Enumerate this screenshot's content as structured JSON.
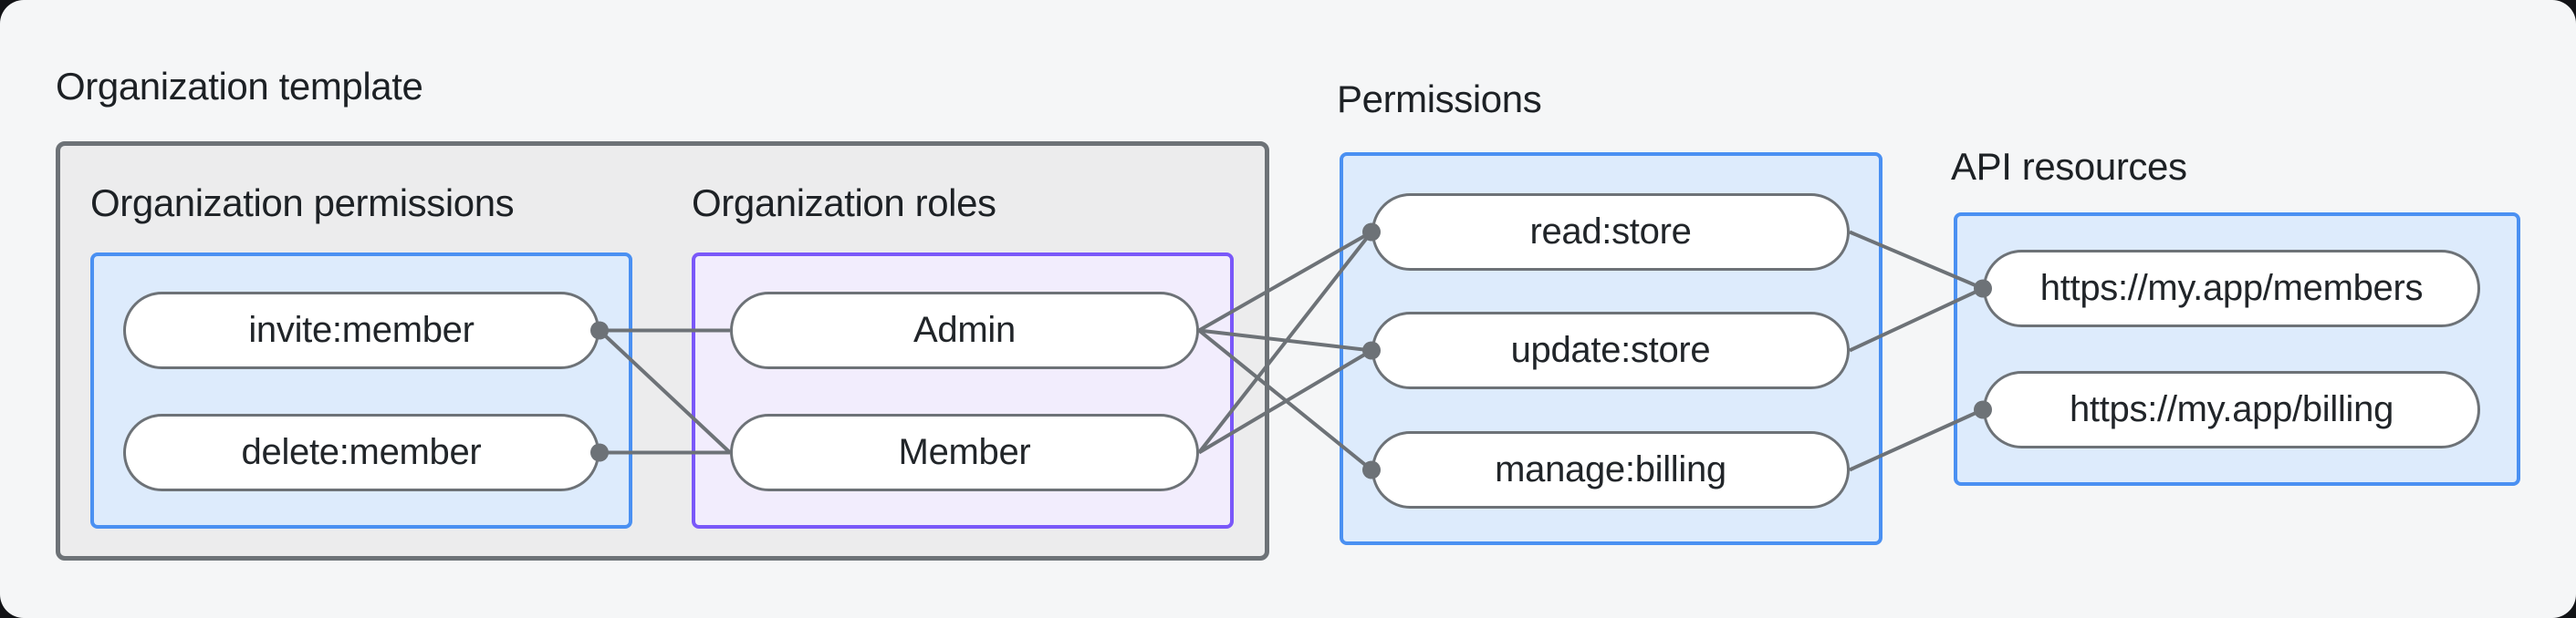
{
  "labels": {
    "org_template": "Organization template",
    "org_permissions": "Organization permissions",
    "org_roles": "Organization roles",
    "permissions": "Permissions",
    "api_resources": "API resources"
  },
  "nodes": {
    "invite_member": {
      "label": "invite:member",
      "dot": "right"
    },
    "delete_member": {
      "label": "delete:member",
      "dot": "right"
    },
    "admin": {
      "label": "Admin",
      "dot": ""
    },
    "member": {
      "label": "Member",
      "dot": ""
    },
    "read_store": {
      "label": "read:store",
      "dot": "left"
    },
    "update_store": {
      "label": "update:store",
      "dot": "left"
    },
    "manage_billing": {
      "label": "manage:billing",
      "dot": "left"
    },
    "members_api": {
      "label": "https://my.app/members",
      "dot": "left"
    },
    "billing_api": {
      "label": "https://my.app/billing",
      "dot": "left"
    }
  },
  "edges": [
    [
      "invite_member",
      "admin"
    ],
    [
      "invite_member",
      "member"
    ],
    [
      "delete_member",
      "member"
    ],
    [
      "admin",
      "read_store"
    ],
    [
      "admin",
      "update_store"
    ],
    [
      "admin",
      "manage_billing"
    ],
    [
      "member",
      "read_store"
    ],
    [
      "member",
      "update_store"
    ],
    [
      "read_store",
      "members_api"
    ],
    [
      "update_store",
      "members_api"
    ],
    [
      "manage_billing",
      "billing_api"
    ]
  ],
  "colors": {
    "page_background": "#f5f6f7",
    "container_fill": "#ececed",
    "container_border": "#6d7277",
    "blue_fill": "#ddebfc",
    "blue_border": "#4a90f2",
    "purple_fill": "#f2edfd",
    "purple_border": "#7a58f9",
    "node_fill": "#ffffff",
    "node_border": "#6d7277",
    "edge_line": "#6d7277",
    "text": "#1d2125"
  }
}
